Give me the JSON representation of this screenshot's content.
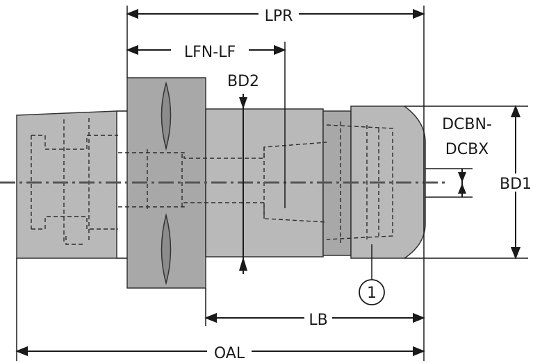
{
  "dimensions": {
    "lpr": "LPR",
    "lfn_lf": "LFN-LF",
    "bd2": "BD2",
    "dcbn": "DCBN-",
    "dcbx": "DCBX",
    "bd1": "BD1",
    "lb": "LB",
    "oal": "OAL"
  },
  "callout": {
    "number": "1"
  }
}
